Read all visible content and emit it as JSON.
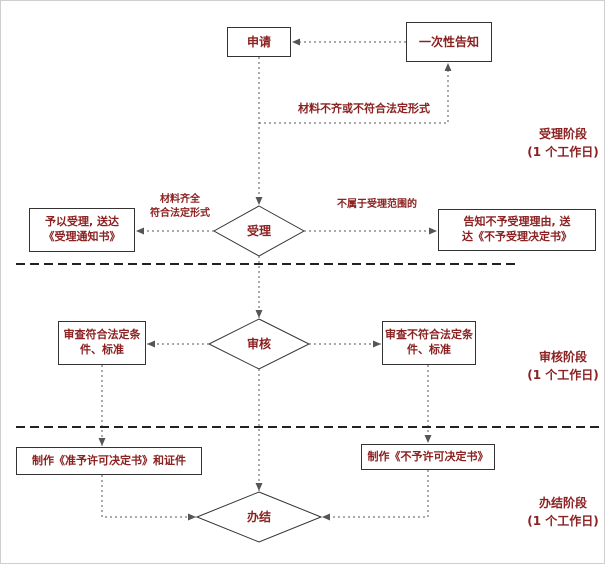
{
  "diagram": {
    "nodes": {
      "apply": "申请",
      "notice": "一次性告知",
      "accept": "受理",
      "accept_yes": "予以受理, 送达\n《受理通知书》",
      "accept_no": "告知不予受理理由, 送\n达《不予受理决定书》",
      "review": "审核",
      "review_pass": "审查符合法定条\n件、标准",
      "review_fail": "审查不符合法定条\n件、标准",
      "make_permit": "制作《准予许可决定书》和证件",
      "make_denial": "制作《不予许可决定书》",
      "finish": "办结"
    },
    "edge_labels": {
      "incomplete": "材料不齐或不符合法定形式",
      "complete": "材料齐全\n符合法定形式",
      "out_of_scope": "不属于受理范围的"
    },
    "stages": {
      "accept": "受理阶段\n(1 个工作日)",
      "review": "审核阶段\n(1 个工作日)",
      "finish": "办结阶段\n(1 个工作日)"
    },
    "colors": {
      "text": "#8b2121",
      "node_border": "#333333",
      "connector": "#555555",
      "separator": "#222222",
      "background": "#ffffff"
    }
  }
}
